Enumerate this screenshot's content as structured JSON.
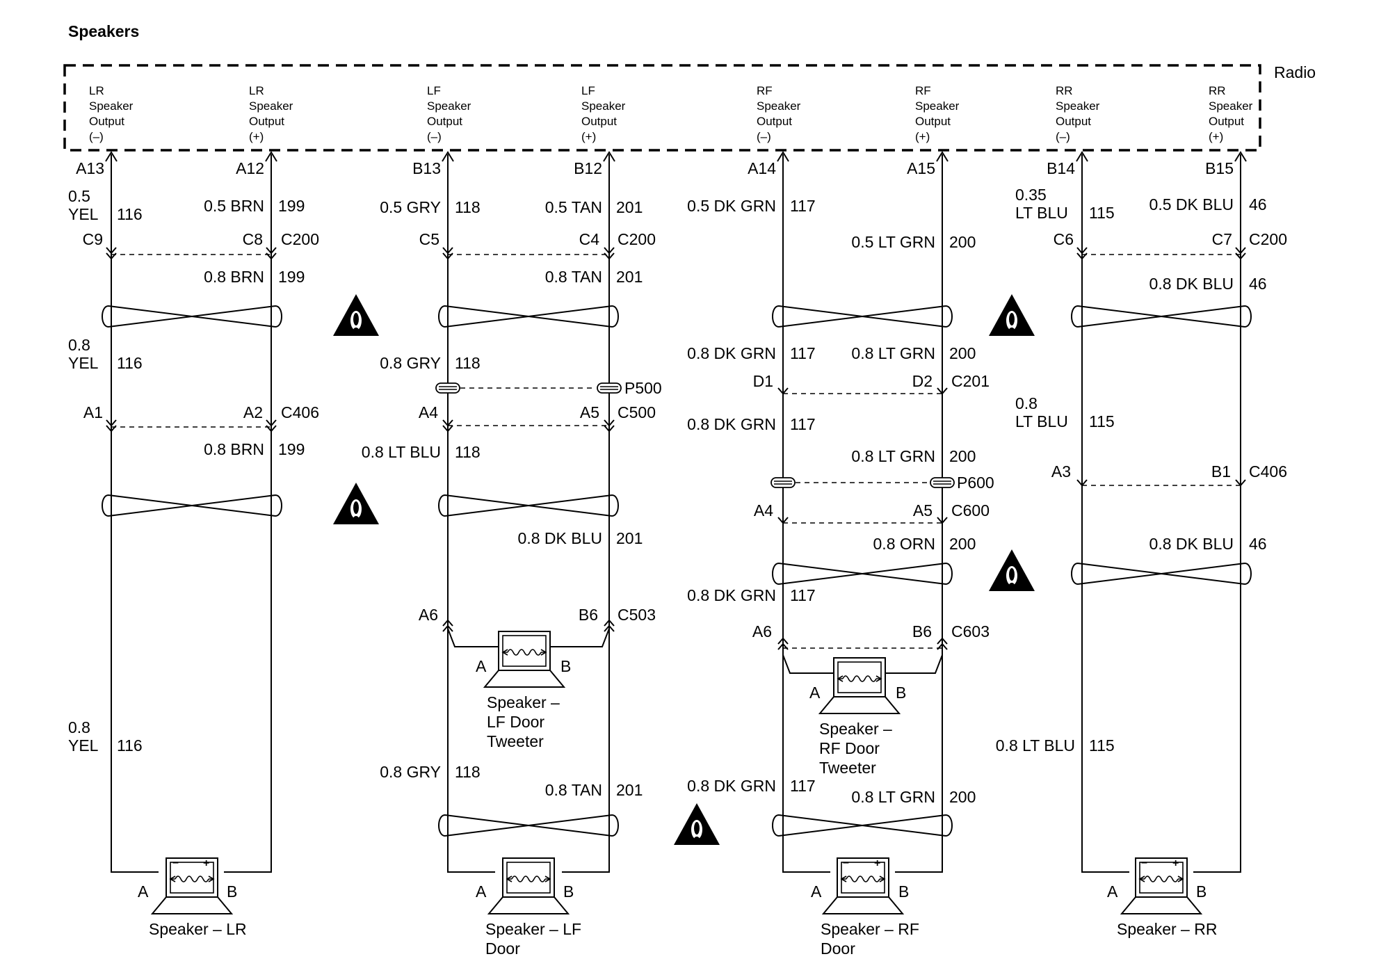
{
  "title": "Speakers",
  "radio_label": "Radio",
  "outputs": [
    {
      "l1": "LR",
      "l2": "Speaker",
      "l3": "Output",
      "l4": "(–)"
    },
    {
      "l1": "LR",
      "l2": "Speaker",
      "l3": "Output",
      "l4": "(+)"
    },
    {
      "l1": "LF",
      "l2": "Speaker",
      "l3": "Output",
      "l4": "(–)"
    },
    {
      "l1": "LF",
      "l2": "Speaker",
      "l3": "Output",
      "l4": "(+)"
    },
    {
      "l1": "RF",
      "l2": "Speaker",
      "l3": "Output",
      "l4": "(–)"
    },
    {
      "l1": "RF",
      "l2": "Speaker",
      "l3": "Output",
      "l4": "(+)"
    },
    {
      "l1": "RR",
      "l2": "Speaker",
      "l3": "Output",
      "l4": "(–)"
    },
    {
      "l1": "RR",
      "l2": "Speaker",
      "l3": "Output",
      "l4": "(+)"
    }
  ],
  "pins": [
    "A13",
    "A12",
    "B13",
    "B12",
    "A14",
    "A15",
    "B14",
    "B15"
  ],
  "connectors": {
    "c200": "C200",
    "c406": "C406",
    "c500": "C500",
    "p500": "P500",
    "c503": "C503",
    "c201": "C201",
    "p600": "P600",
    "c600": "C600",
    "c603": "C603"
  },
  "cavities": {
    "c9": "C9",
    "c8": "C8",
    "c5": "C5",
    "c4": "C4",
    "c6": "C6",
    "c7": "C7",
    "lr_a1": "A1",
    "lr_a2": "A2",
    "lf_a4": "A4",
    "lf_a5": "A5",
    "lf_a6": "A6",
    "lf_b6": "B6",
    "rf_d1": "D1",
    "rf_d2": "D2",
    "rf_a4": "A4",
    "rf_a5": "A5",
    "rf_a6": "A6",
    "rf_b6": "B6",
    "rr_a3": "A3",
    "rr_b1": "B1"
  },
  "wires": {
    "lr_top_size": "0.5",
    "lr_top_color": "YEL",
    "lr_top_circuit": "116",
    "lrp_top": "0.5 BRN",
    "lrp_top_circuit": "199",
    "lrp_mid": "0.8 BRN",
    "lrp_mid_circuit": "199",
    "lr_mid_size": "0.8",
    "lr_mid_color": "YEL",
    "lr_mid_circuit": "116",
    "lrp_low": "0.8 BRN",
    "lrp_low_circuit": "199",
    "lr_bot_size": "0.8",
    "lr_bot_color": "YEL",
    "lr_bot_circuit": "116",
    "lf_top": "0.5 GRY",
    "lf_top_circuit": "118",
    "lfp_top": "0.5 TAN",
    "lfp_top_circuit": "201",
    "lfp_mid": "0.8 TAN",
    "lfp_mid_circuit": "201",
    "lf_mid": "0.8 GRY",
    "lf_mid_circuit": "118",
    "lf_low": "0.8 LT BLU",
    "lf_low_circuit": "118",
    "lfp_low": "0.8 DK BLU",
    "lfp_low_circuit": "201",
    "lf_bot": "0.8 GRY",
    "lf_bot_circuit": "118",
    "lfp_bot": "0.8 TAN",
    "lfp_bot_circuit": "201",
    "rf_top": "0.5 DK GRN",
    "rf_top_circuit": "117",
    "rfp_top": "0.5 LT GRN",
    "rfp_top_circuit": "200",
    "rf_mid": "0.8 DK GRN",
    "rf_mid_circuit": "117",
    "rfp_mid": "0.8 LT GRN",
    "rfp_mid_circuit": "200",
    "rf_mid2": "0.8 DK GRN",
    "rf_mid2_circuit": "117",
    "rfp_mid2": "0.8 LT GRN",
    "rfp_mid2_circuit": "200",
    "rfp_low": "0.8 ORN",
    "rfp_low_circuit": "200",
    "rf_low": "0.8 DK GRN",
    "rf_low_circuit": "117",
    "rf_bot": "0.8 DK GRN",
    "rf_bot_circuit": "117",
    "rfp_bot": "0.8 LT GRN",
    "rfp_bot_circuit": "200",
    "rr_top_size": "0.35",
    "rr_top_color": "LT BLU",
    "rr_top_circuit": "115",
    "rrp_top": "0.5 DK BLU",
    "rrp_top_circuit": "46",
    "rrp_mid": "0.8 DK BLU",
    "rrp_mid_circuit": "46",
    "rr_mid_size": "0.8",
    "rr_mid_color": "LT BLU",
    "rr_mid_circuit": "115",
    "rrp_low": "0.8 DK BLU",
    "rrp_low_circuit": "46",
    "rr_bot": "0.8 LT BLU",
    "rr_bot_circuit": "115"
  },
  "speakers": {
    "lr": "Speaker – LR",
    "lf_l1": "Speaker – LF",
    "lf_l2": "Door",
    "rf_l1": "Speaker – RF",
    "rf_l2": "Door",
    "rr": "Speaker – RR",
    "lf_tw_l1": "Speaker –",
    "lf_tw_l2": "LF Door",
    "lf_tw_l3": "Tweeter",
    "rf_tw_l1": "Speaker –",
    "rf_tw_l2": "RF Door",
    "rf_tw_l3": "Tweeter"
  },
  "terminal_a": "A",
  "terminal_b": "B",
  "polarity_minus": "–",
  "polarity_plus": "+",
  "icons": [
    "warning-icon",
    "speaker-icon",
    "twisted-pair-icon",
    "splice-icon"
  ]
}
